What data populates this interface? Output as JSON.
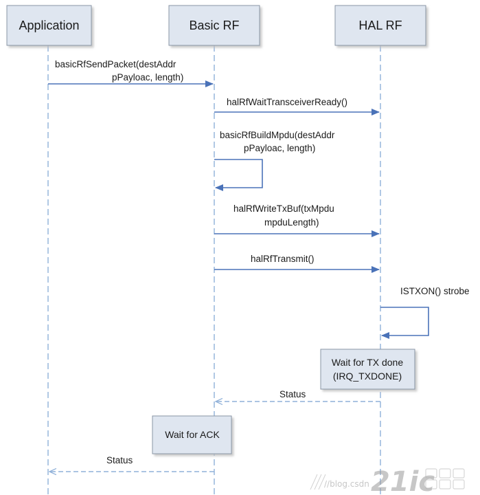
{
  "colors": {
    "box_fill": "#dfe6f0",
    "box_stroke": "#8a95a5",
    "box_shadow": "#c9c9c9",
    "lifeline": "#8fb0d9",
    "arrow": "#4a72b8",
    "return_arrow": "#8fb0d9",
    "text": "#1a1a1a"
  },
  "participants": [
    {
      "id": "application",
      "label": "Application"
    },
    {
      "id": "basic-rf",
      "label": "Basic RF"
    },
    {
      "id": "hal-rf",
      "label": "HAL RF"
    }
  ],
  "messages": [
    {
      "id": "basic-rf-send-packet",
      "from": "application",
      "to": "basic-rf",
      "kind": "call",
      "lines": [
        "basicRfSendPacket(destAddr",
        "pPayloac, length)"
      ]
    },
    {
      "id": "hal-rf-wait-transceiver-ready",
      "from": "basic-rf",
      "to": "hal-rf",
      "kind": "call",
      "lines": [
        "halRfWaitTransceiverReady()"
      ]
    },
    {
      "id": "basic-rf-build-mpdu",
      "from": "basic-rf",
      "to": "basic-rf",
      "kind": "self",
      "lines": [
        "basicRfBuildMpdu(destAddr",
        "pPayloac, length)"
      ]
    },
    {
      "id": "hal-rf-write-tx-buf",
      "from": "basic-rf",
      "to": "hal-rf",
      "kind": "call",
      "lines": [
        "halRfWriteTxBuf(txMpdu",
        "mpduLength)"
      ]
    },
    {
      "id": "hal-rf-transmit",
      "from": "basic-rf",
      "to": "hal-rf",
      "kind": "call",
      "lines": [
        "halRfTransmit()"
      ]
    },
    {
      "id": "istxon-strobe",
      "from": "hal-rf",
      "to": "hal-rf",
      "kind": "self",
      "lines": [
        "ISTXON() strobe"
      ]
    },
    {
      "id": "status-to-basic-rf",
      "from": "hal-rf",
      "to": "basic-rf",
      "kind": "return",
      "lines": [
        "Status"
      ]
    },
    {
      "id": "status-to-application",
      "from": "basic-rf",
      "to": "application",
      "kind": "return",
      "lines": [
        "Status"
      ]
    }
  ],
  "notes": [
    {
      "id": "wait-for-tx-done",
      "participant": "hal-rf",
      "lines": [
        "Wait for TX done",
        "(IRQ_TXDONE)"
      ]
    },
    {
      "id": "wait-for-ack",
      "participant": "basic-rf",
      "lines": [
        "Wait for ACK"
      ]
    }
  ],
  "watermark": {
    "url_text": "//blog.csdn",
    "brand_text": "21ic"
  }
}
